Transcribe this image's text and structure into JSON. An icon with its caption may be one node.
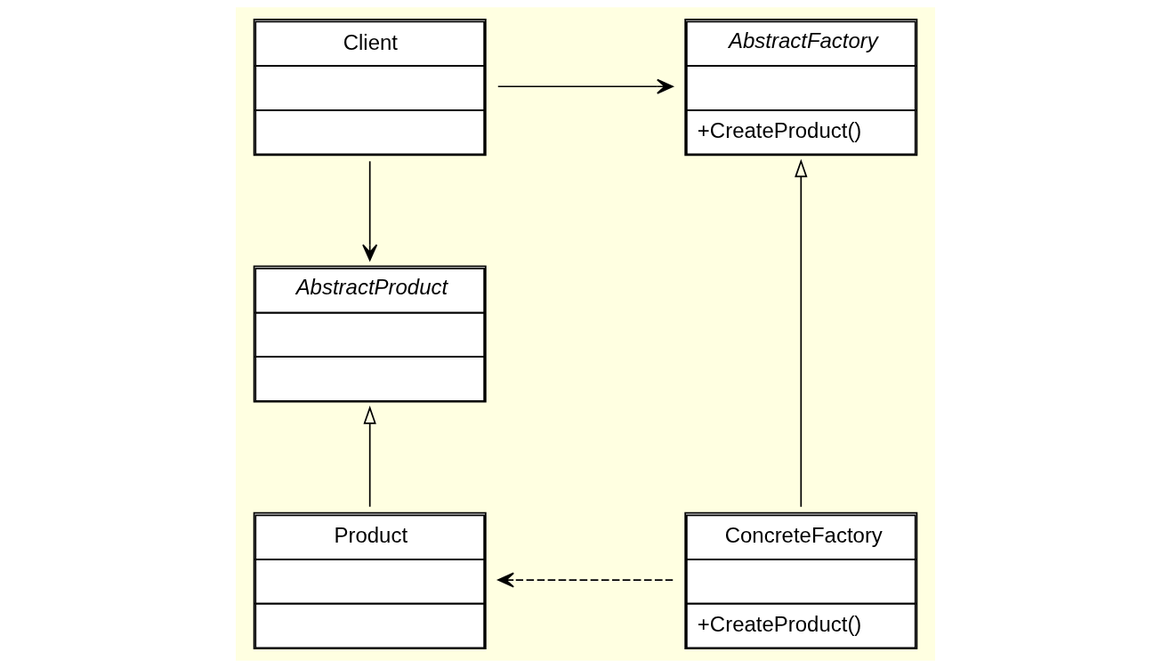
{
  "diagram": {
    "nodes": [
      {
        "text": [
          "Client"
        ]
      },
      {
        "text": [
          "AbstractFactory",
          "+CreateProduct()"
        ]
      },
      {
        "text": [
          "AbstractProduct"
        ]
      },
      {
        "text": [
          "Product"
        ]
      },
      {
        "text": [
          "ConcreteFactory",
          "+CreateProduct()"
        ]
      }
    ],
    "edges": [
      {
        "from": 0,
        "to": 1,
        "arrow": "to"
      },
      {
        "from": 0,
        "to": 2,
        "arrow": "to"
      },
      {
        "from": 3,
        "to": 2,
        "arrow": "to"
      },
      {
        "from": 4,
        "to": 1,
        "arrow": "to"
      },
      {
        "from": 4,
        "to": 3,
        "arrow": "to",
        "style": "dashed"
      }
    ]
  }
}
